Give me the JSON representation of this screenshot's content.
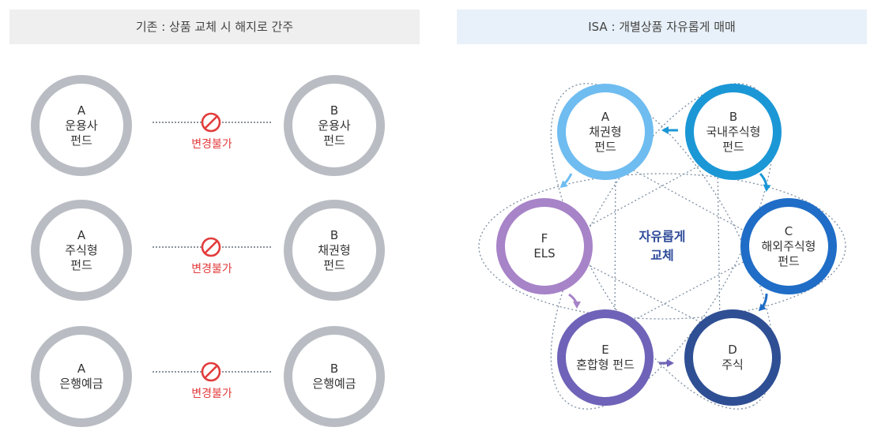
{
  "left_panel": {
    "title": "기존 : 상품 교체 시 해지로 간주",
    "rows": [
      {
        "from": [
          "A",
          "운용사",
          "펀드"
        ],
        "to": [
          "B",
          "운용사",
          "펀드"
        ],
        "label": "변경불가"
      },
      {
        "from": [
          "A",
          "주식형",
          "펀드"
        ],
        "to": [
          "B",
          "채권형",
          "펀드"
        ],
        "label": "변경불가"
      },
      {
        "from": [
          "A",
          "은행예금"
        ],
        "to": [
          "B",
          "은행예금"
        ],
        "label": "변경불가"
      }
    ],
    "colors": {
      "ring": "#b9bdc3",
      "forbidden": "#e23b3b"
    }
  },
  "right_panel": {
    "title": "ISA : 개별상품 자유롭게 매매",
    "center": [
      "자유롭게",
      "교체"
    ],
    "nodes": {
      "A": {
        "lines": [
          "A",
          "채권형",
          "펀드"
        ],
        "color": "#6fbcf0"
      },
      "B": {
        "lines": [
          "B",
          "국내주식형",
          "펀드"
        ],
        "color": "#1b97d6"
      },
      "C": {
        "lines": [
          "C",
          "해외주식형",
          "펀드"
        ],
        "color": "#1f6dc6"
      },
      "D": {
        "lines": [
          "D",
          "주식"
        ],
        "color": "#2f4f94"
      },
      "E": {
        "lines": [
          "E",
          "혼합형 펀드"
        ],
        "color": "#6e63b8"
      },
      "F": {
        "lines": [
          "F",
          "ELS"
        ],
        "color": "#a783c8"
      }
    }
  }
}
